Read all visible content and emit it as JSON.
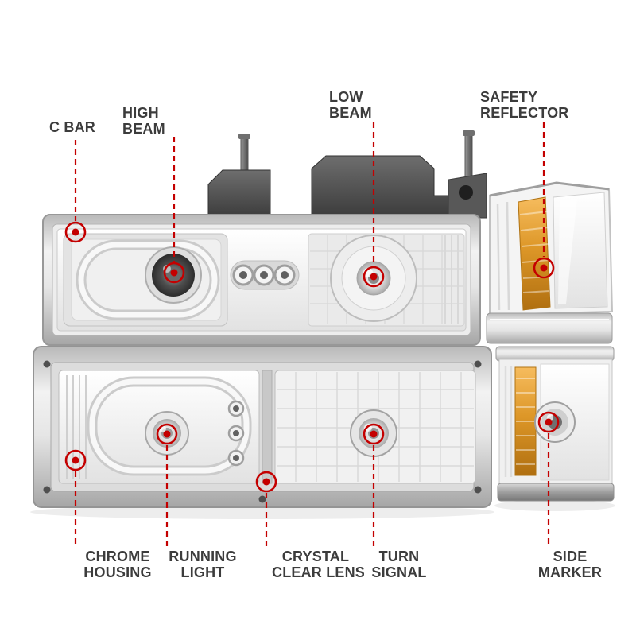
{
  "colors": {
    "callout_red": "#c40000",
    "label_text": "#3c3c3c",
    "amber_reflector": "#dd9728",
    "chrome_light": "#f2f2f2",
    "chrome_dark": "#a6a6a6",
    "background": "#ffffff"
  },
  "callouts": {
    "c_bar": {
      "lines": [
        "C BAR"
      ]
    },
    "high_beam": {
      "lines": [
        "HIGH",
        "BEAM"
      ]
    },
    "low_beam": {
      "lines": [
        "LOW",
        "BEAM"
      ]
    },
    "safety_reflector": {
      "lines": [
        "SAFETY",
        "REFLECTOR"
      ]
    },
    "chrome_housing": {
      "lines": [
        "CHROME",
        "HOUSING"
      ]
    },
    "running_light": {
      "lines": [
        "RUNNING",
        "LIGHT"
      ]
    },
    "crystal_clear_lens": {
      "lines": [
        "CRYSTAL",
        "CLEAR LENS"
      ]
    },
    "turn_signal": {
      "lines": [
        "TURN",
        "SIGNAL"
      ]
    },
    "side_marker": {
      "lines": [
        "SIDE",
        "MARKER"
      ]
    }
  }
}
